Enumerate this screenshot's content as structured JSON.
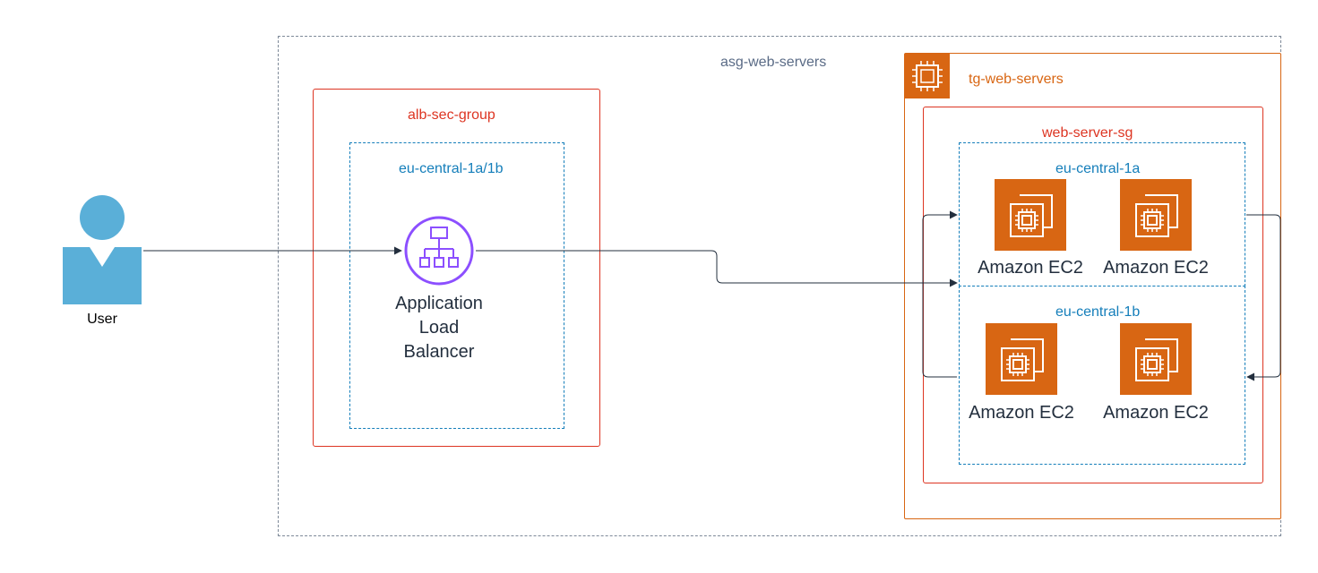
{
  "groups": {
    "asg_label": "asg-web-servers",
    "alb_sg_label": "alb-sec-group",
    "alb_az_label": "eu-central-1a/1b",
    "tg_label": "tg-web-servers",
    "web_sg_label": "web-server-sg",
    "az_a_label": "eu-central-1a",
    "az_b_label": "eu-central-1b"
  },
  "nodes": {
    "user_label": "User",
    "alb_line1": "Application",
    "alb_line2": "Load",
    "alb_line3": "Balancer",
    "ec2_a1": "Amazon EC2",
    "ec2_a2": "Amazon EC2",
    "ec2_b1": "Amazon EC2",
    "ec2_b2": "Amazon EC2"
  },
  "icons": {
    "user": "user-icon",
    "alb": "application-load-balancer-icon",
    "ec2": "ec2-instance-icon",
    "tg": "target-group-chip-icon"
  },
  "colors": {
    "asg_border": "#7d8998",
    "security_group": "#dd3522",
    "availability_zone": "#147eba",
    "ec2_orange": "#d86613",
    "alb_purple": "#8c4fff",
    "user_blue": "#5aafd8",
    "arrow": "#232f3e"
  }
}
